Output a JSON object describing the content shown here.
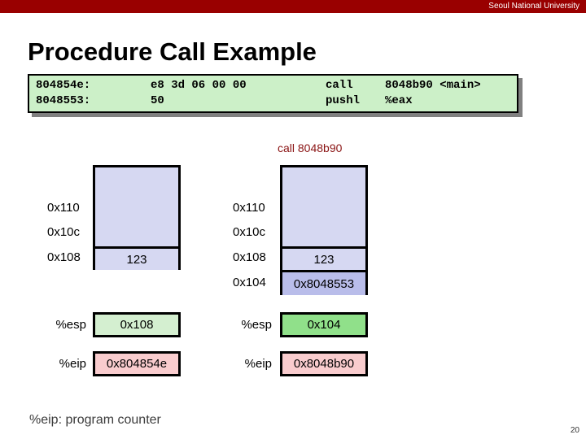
{
  "header": {
    "institution": "Seoul National University",
    "bar_color": "#990000"
  },
  "slide": {
    "title": "Procedure Call Example",
    "page_number": "20",
    "footer_note": "%eip: program counter"
  },
  "code_listing": {
    "lines": [
      {
        "address": "804854e:",
        "bytes": "e8 3d 06 00 00",
        "mnemonic": "call",
        "operands": "8048b90 <main>"
      },
      {
        "address": "8048553:",
        "bytes": "50",
        "mnemonic": "pushl",
        "operands": "%eax"
      }
    ],
    "background_color": "#ccf0c8"
  },
  "annotation": {
    "call_label": "call 8048b90",
    "color": "#8a1313"
  },
  "stacks": [
    {
      "id": "before",
      "addresses": [
        "0x110",
        "0x10c",
        "0x108"
      ],
      "cells": [
        {
          "value": "",
          "kind": "empty"
        },
        {
          "value": "123",
          "kind": "value"
        }
      ]
    },
    {
      "id": "after",
      "addresses": [
        "0x110",
        "0x10c",
        "0x108",
        "0x104"
      ],
      "cells": [
        {
          "value": "",
          "kind": "empty"
        },
        {
          "value": "123",
          "kind": "value"
        },
        {
          "value": "0x8048553",
          "kind": "pushed"
        }
      ]
    }
  ],
  "registers": {
    "before": [
      {
        "name": "%esp",
        "value": "0x108",
        "color": "#d4efd0"
      },
      {
        "name": "%eip",
        "value": "0x804854e",
        "color": "#f9ccce"
      }
    ],
    "after": [
      {
        "name": "%esp",
        "value": "0x104",
        "color": "#90e08a"
      },
      {
        "name": "%eip",
        "value": "0x8048b90",
        "color": "#f9ccce"
      }
    ]
  }
}
